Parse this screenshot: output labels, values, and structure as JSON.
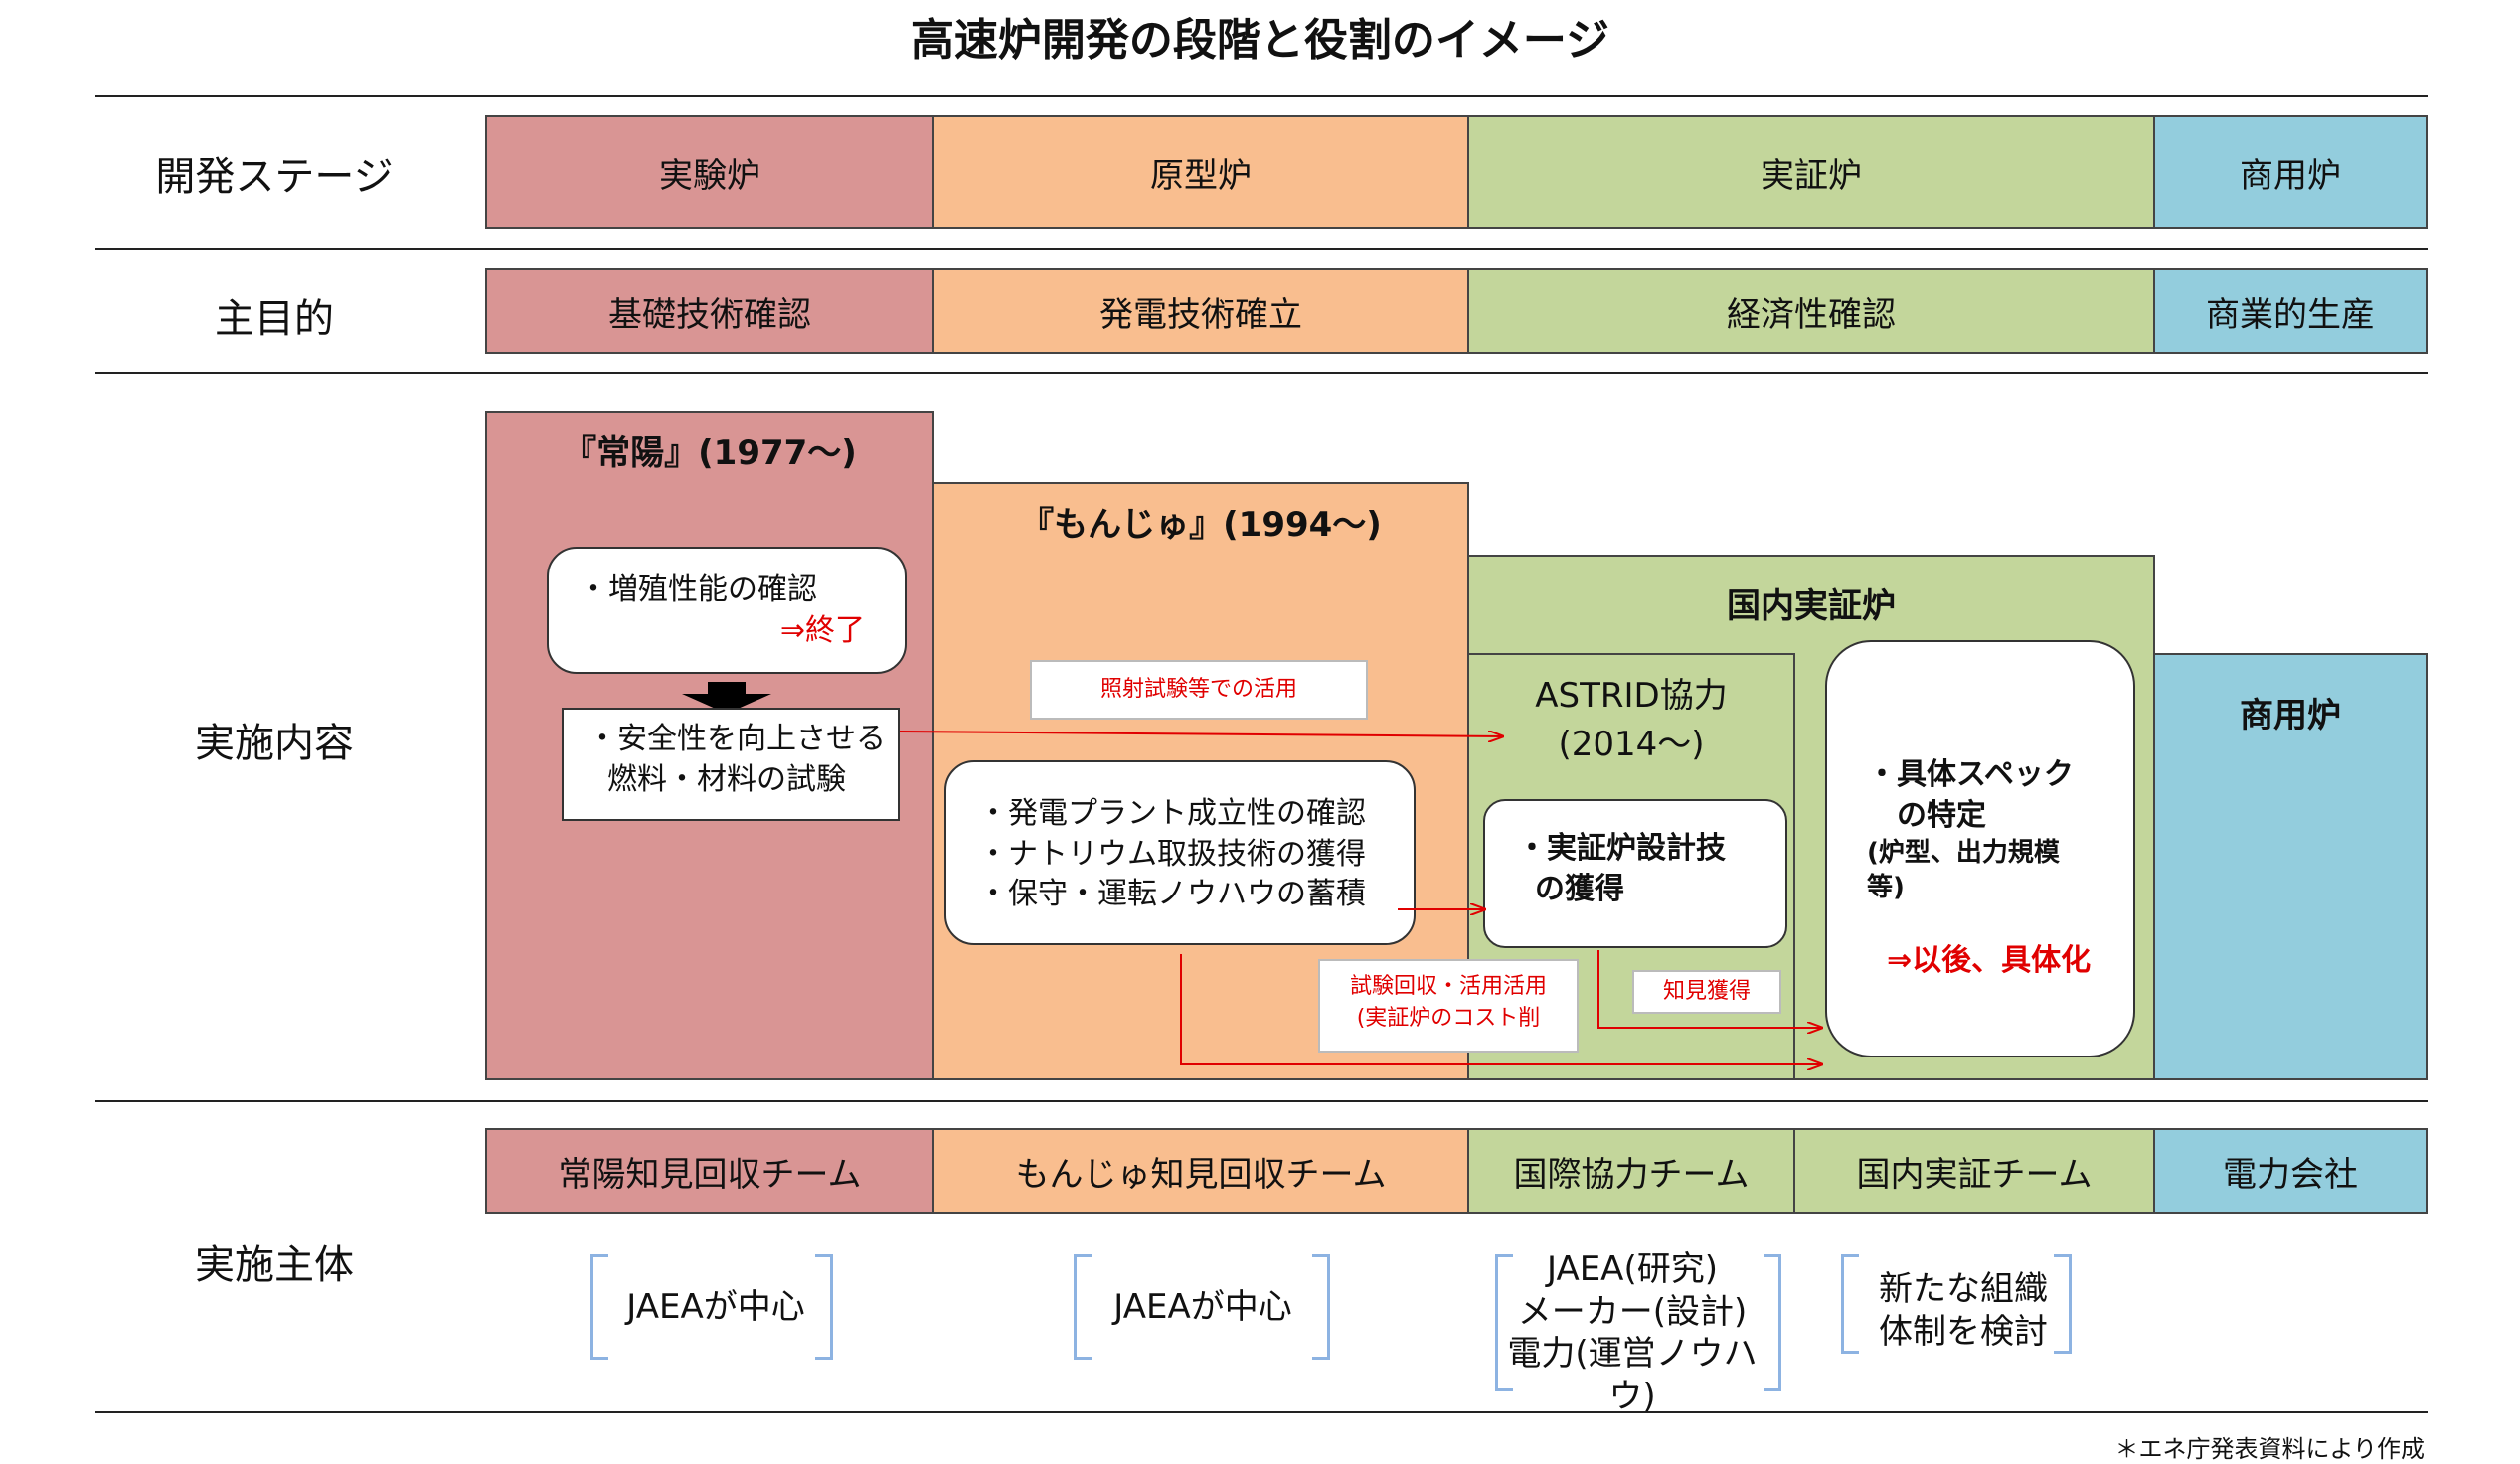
{
  "title": "高速炉開発の段階と役割のイメージ",
  "rows": {
    "stage": "開発ステージ",
    "purpose": "主目的",
    "content": "実施内容",
    "actor": "実施主体"
  },
  "stages": [
    "実験炉",
    "原型炉",
    "実証炉",
    "商用炉"
  ],
  "purposes": [
    "基礎技術確認",
    "発電技術確立",
    "経済性確認",
    "商業的生産"
  ],
  "joyo": {
    "title": "『常陽』(1977～)",
    "box1_line1": "・増殖性能の確認",
    "box1_line2": "⇒終了",
    "box2_line1": "・安全性を向上させる",
    "box2_line2": "燃料・材料の試験"
  },
  "monju": {
    "title": "『もんじゅ』(1994～)",
    "label_irradiation": "照射試験等での活用",
    "items": [
      "・発電プラント成立性の確認",
      "・ナトリウム取扱技術の獲得",
      "・保守・運転ノウハウの蓄積"
    ],
    "label_recovery_line1": "試験回収・活用活用",
    "label_recovery_line2": "(実証炉のコスト削"
  },
  "demo": {
    "title": "国内実証炉",
    "astrid_line1": "ASTRID協力",
    "astrid_line2": "(2014～)",
    "design_line1": "・実証炉設計技",
    "design_line2": "の獲得",
    "label_knowledge": "知見獲得",
    "spec_line1": "・具体スペック",
    "spec_line2": "の特定",
    "spec_line3": "(炉型、出力規模",
    "spec_line4": "等)",
    "spec_line5": "⇒以後、具体化"
  },
  "commercial": {
    "title": "商用炉"
  },
  "teams": [
    "常陽知見回収チーム",
    "もんじゅ知見回収チーム",
    "国際協力チーム",
    "国内実証チーム",
    "電力会社"
  ],
  "entities": {
    "joyo": "JAEAが中心",
    "monju": "JAEAが中心",
    "intl_line1": "JAEA(研究)",
    "intl_line2": "メーカー(設計)",
    "intl_line3": "電力(運営ノウハウ)",
    "domestic_line1": "新たな組織",
    "domestic_line2": "体制を検討"
  },
  "source": "＊エネ庁発表資料により作成",
  "colors": {
    "experimental": "#d99594",
    "prototype": "#f9be8f",
    "demonstration": "#c3d69b",
    "commercial": "#93cddd",
    "arrow": "#e00000",
    "bracket": "#8db3e2"
  }
}
